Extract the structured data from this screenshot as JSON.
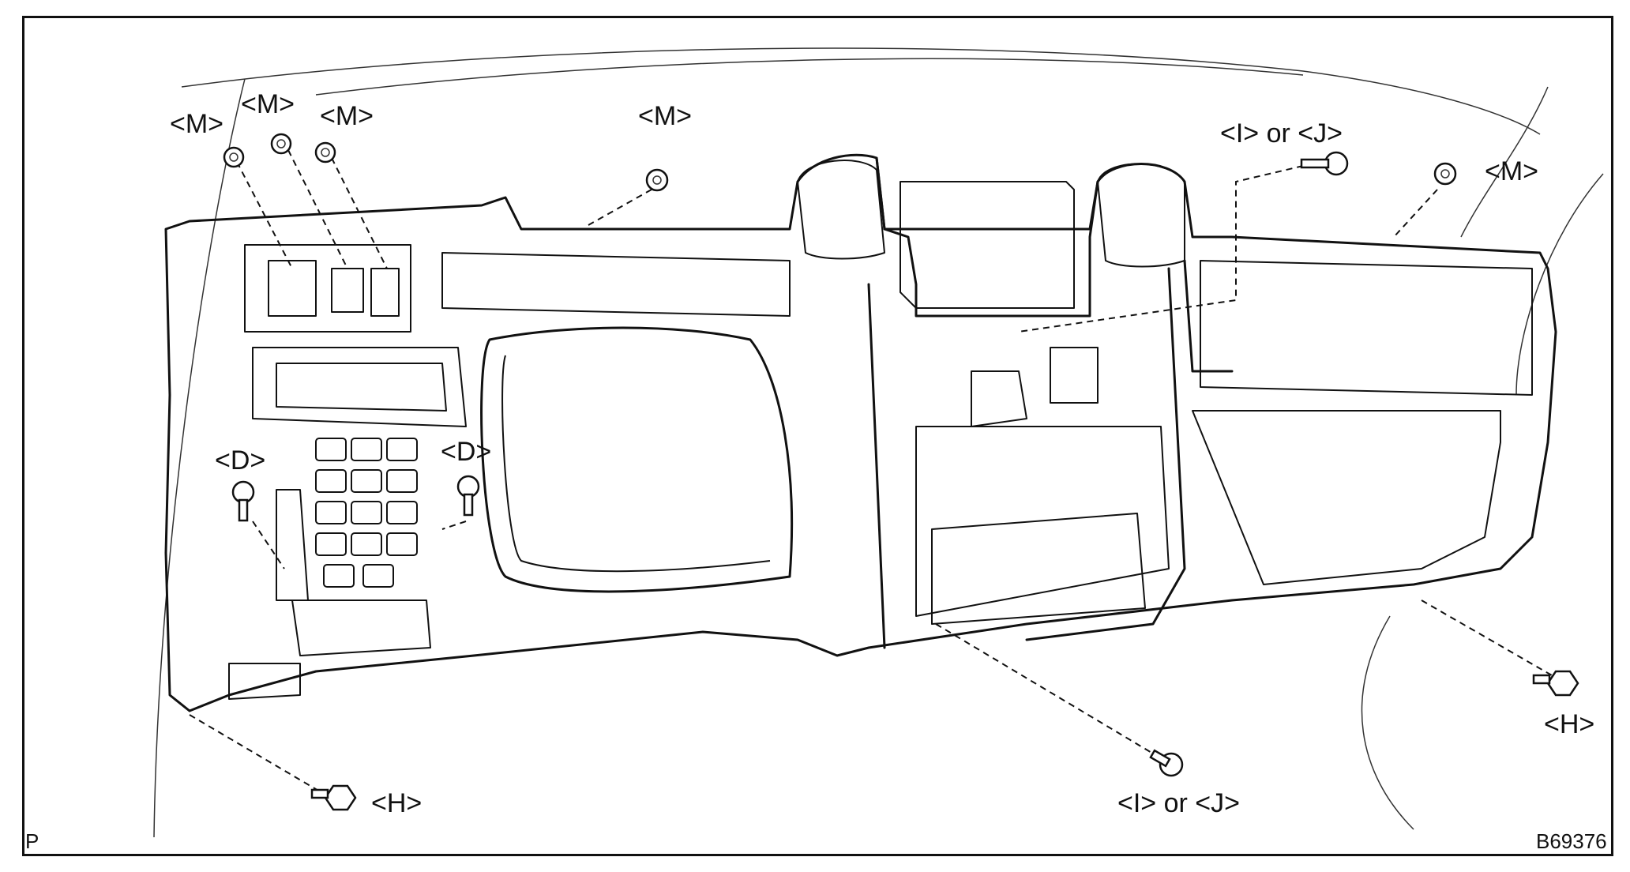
{
  "labels": {
    "m1": "<M>",
    "m2": "<M>",
    "m3": "<M>",
    "m4": "<M>",
    "m5": "<M>",
    "ij_top": "<I> or <J>",
    "ij_bottom": "<I> or <J>",
    "d_left": "<D>",
    "d_right": "<D>",
    "h_bottom": "<H>",
    "h_right": "<H>"
  },
  "corner": {
    "left": "P",
    "right": "B69376"
  }
}
